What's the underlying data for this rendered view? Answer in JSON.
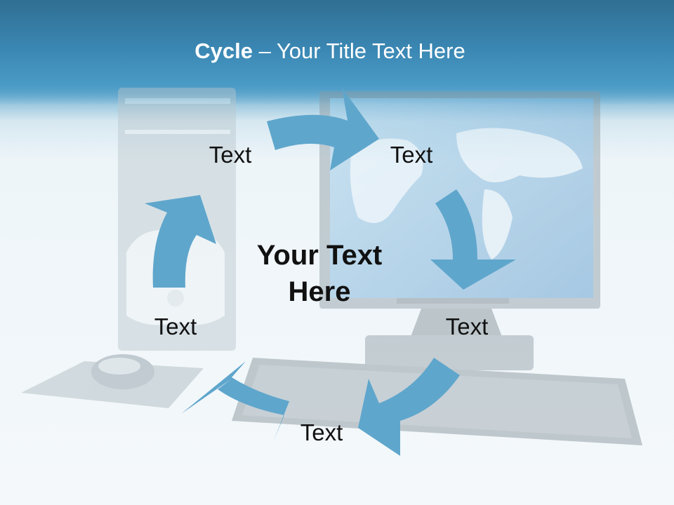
{
  "title": {
    "bold": "Cycle",
    "rest": " – Your Title Text Here"
  },
  "center": {
    "line1": "Your Text",
    "line2": "Here"
  },
  "labels": [
    "Text",
    "Text",
    "Text",
    "Text",
    "Text"
  ],
  "colors": {
    "arrow": "#5fa6cc",
    "header": "#3a86b2",
    "label": "#111111"
  },
  "icons": [
    "desktop-computer-illustration",
    "world-map-icon",
    "mouse-icon",
    "keyboard-icon"
  ]
}
